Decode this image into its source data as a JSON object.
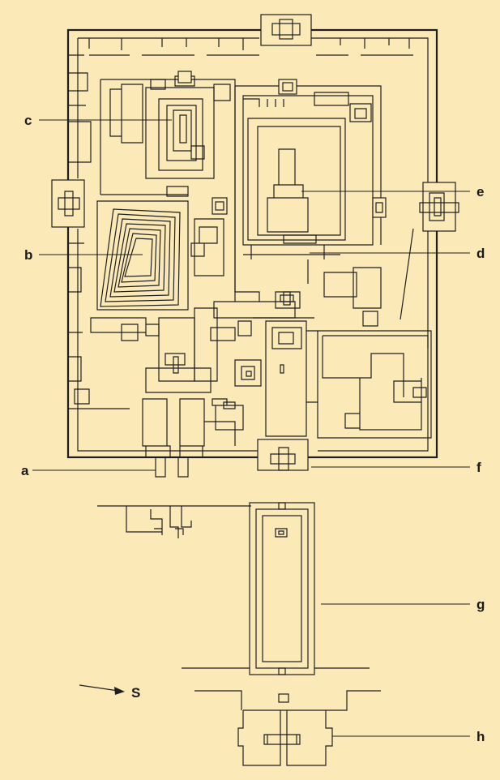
{
  "diagram": {
    "background_color": "#fbe9b7",
    "line_color": "#1f1f1f",
    "labels": {
      "a": "a",
      "b": "b",
      "c": "c",
      "d": "d",
      "e": "e",
      "f": "f",
      "g": "g",
      "h": "h"
    },
    "direction_marker": {
      "icon": "arrow-icon",
      "text": "S"
    }
  }
}
